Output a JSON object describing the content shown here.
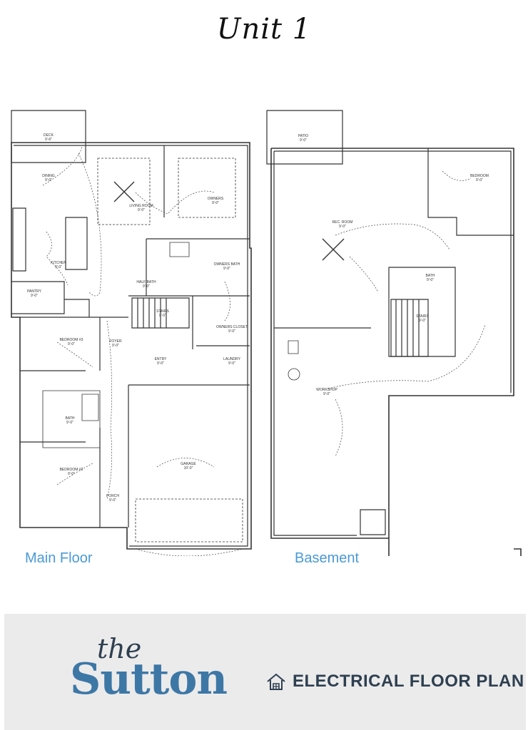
{
  "title": "Unit 1",
  "floors": [
    {
      "label": "Main Floor",
      "rooms": [
        {
          "name": "DECK",
          "dim": "9'-6\""
        },
        {
          "name": "DINING",
          "dim": "9'-0\""
        },
        {
          "name": "LIVING ROOM",
          "dim": "9'-0\""
        },
        {
          "name": "OWNERS",
          "dim": "9'-0\""
        },
        {
          "name": "KITCHEN",
          "dim": "9'-0\""
        },
        {
          "name": "PANTRY",
          "dim": "9'-0\""
        },
        {
          "name": "HALF BATH",
          "dim": "9'-0\""
        },
        {
          "name": "OWNERS BATH",
          "dim": "9'-0\""
        },
        {
          "name": "STAIRS",
          "dim": "9'-0\""
        },
        {
          "name": "OWNERS CLOSET",
          "dim": "9'-0\""
        },
        {
          "name": "BEDROOM #3",
          "dim": "9'-0\""
        },
        {
          "name": "FOYER",
          "dim": "9'-0\""
        },
        {
          "name": "ENTRY",
          "dim": "9'-0\""
        },
        {
          "name": "LAUNDRY",
          "dim": "9'-0\""
        },
        {
          "name": "BATH",
          "dim": "9'-0\""
        },
        {
          "name": "BEDROOM #2",
          "dim": "9'-0\""
        },
        {
          "name": "GARAGE",
          "dim": "10'-0\""
        },
        {
          "name": "PORCH",
          "dim": "9'-0\""
        }
      ]
    },
    {
      "label": "Basement",
      "rooms": [
        {
          "name": "PATIO",
          "dim": "9'-0\""
        },
        {
          "name": "REC. ROOM",
          "dim": "9'-0\""
        },
        {
          "name": "BEDROOM",
          "dim": "9'-0\""
        },
        {
          "name": "BATH",
          "dim": "9'-0\""
        },
        {
          "name": "STAIRS",
          "dim": "9'-0\""
        },
        {
          "name": "WORKSHOP",
          "dim": "9'-0\""
        }
      ]
    }
  ],
  "brand": {
    "prefix": "the",
    "name": "Sutton"
  },
  "plan_type": "ELECTRICAL FLOOR PLAN",
  "icons": {
    "plan_type_icon": "house-icon"
  },
  "colors": {
    "floor_label": "#4a9ad6",
    "brand_name": "#3d77a6",
    "brand_dark": "#2e3f50",
    "footer_bg": "#ebebeb"
  }
}
